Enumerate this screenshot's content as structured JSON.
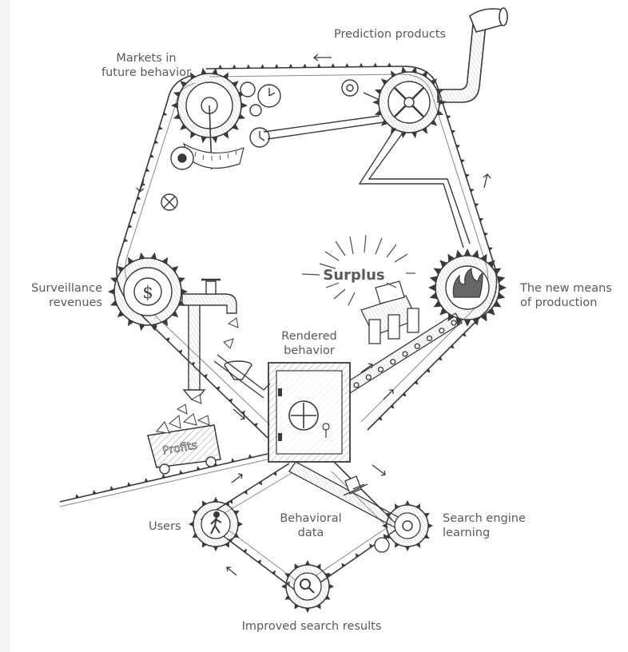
{
  "labels": {
    "prediction_products": "Prediction products",
    "markets": [
      "Markets in",
      "future behavior"
    ],
    "surveillance": [
      "Surveillance",
      "revenues"
    ],
    "surplus": "Surplus",
    "new_means": [
      "The new means",
      "of production"
    ],
    "rendered": [
      "Rendered",
      "behavior"
    ],
    "profits": "Profits",
    "users": "Users",
    "behavioral": [
      "Behavioral",
      "data"
    ],
    "search_engine": [
      "Search engine",
      "learning"
    ],
    "improved": "Improved search results"
  },
  "colors": {
    "background": "#f4f4f4",
    "panel": "#ffffff",
    "ink": "#3a3a3a",
    "label": "#5a5a5a"
  },
  "icons": [
    "dollar-icon",
    "walking-person-icon",
    "magnifier-icon",
    "flame-icon",
    "safe-dial-icon"
  ]
}
